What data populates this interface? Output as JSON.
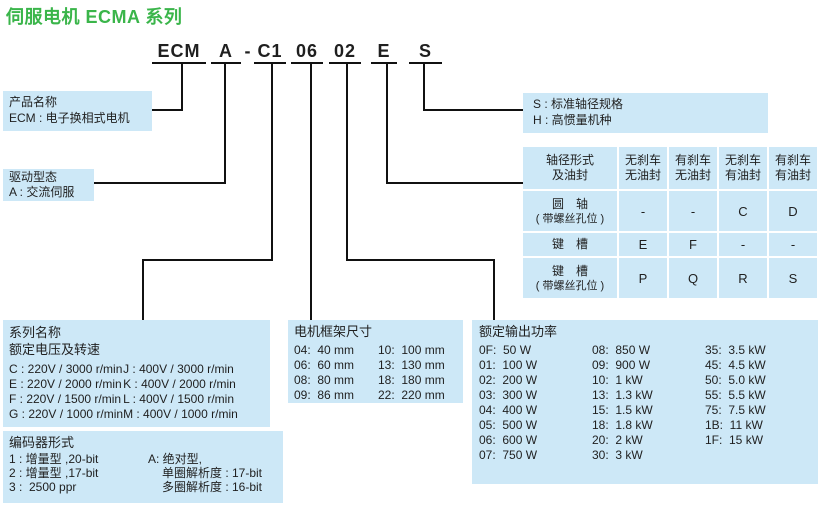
{
  "title": "伺服电机 ECMA 系列",
  "model_code": {
    "segments": [
      "ECM",
      "A",
      "-",
      "C1",
      "06",
      "02",
      "E",
      "S"
    ]
  },
  "product_box": {
    "label": "产品名称",
    "desc": "ECM : 电子换相式电机"
  },
  "drive_box": {
    "label": "驱动型态",
    "desc": "A : 交流伺服"
  },
  "shaft_spec_box": {
    "line1": "S : 标准轴径规格",
    "line2": "H : 高惯量机种"
  },
  "shaft_table": {
    "corner_line1": "轴径形式",
    "corner_line2": "及油封",
    "columns": [
      {
        "line1": "无刹车",
        "line2": "无油封"
      },
      {
        "line1": "有刹车",
        "line2": "无油封"
      },
      {
        "line1": "无刹车",
        "line2": "有油封"
      },
      {
        "line1": "有刹车",
        "line2": "有油封"
      }
    ],
    "rows": [
      {
        "label_line1": "圆　轴",
        "label_line2": "( 带螺丝孔位 )",
        "values": [
          "-",
          "-",
          "C",
          "D"
        ]
      },
      {
        "label_line1": "键　槽",
        "label_line2": "",
        "values": [
          "E",
          "F",
          "-",
          "-"
        ]
      },
      {
        "label_line1": "键　槽",
        "label_line2": "( 带螺丝孔位 )",
        "values": [
          "P",
          "Q",
          "R",
          "S"
        ]
      }
    ]
  },
  "series_box": {
    "title": "系列名称",
    "subtitle": "额定电压及转速",
    "col1": [
      "C : 220V / 3000 r/min",
      "E : 220V / 2000 r/min",
      "F : 220V / 1500 r/min",
      "G : 220V / 1000 r/min"
    ],
    "col2": [
      "J : 400V / 3000 r/min",
      "K : 400V / 2000 r/min",
      "L : 400V / 1500 r/min",
      "M : 400V / 1000 r/min"
    ]
  },
  "encoder_box": {
    "title": "编码器形式",
    "col1": [
      "1 : 增量型 ,20-bit",
      "2 : 增量型 ,17-bit",
      "3 :  2500 ppr"
    ],
    "col2": [
      "A: 绝对型,",
      "单圈解析度 : 17-bit",
      "多圈解析度 : 16-bit"
    ]
  },
  "frame_box": {
    "title": "电机框架尺寸",
    "col1": [
      "04:  40 mm",
      "06:  60 mm",
      "08:  80 mm",
      "09:  86 mm"
    ],
    "col2": [
      "10:  100 mm",
      "13:  130 mm",
      "18:  180 mm",
      "22:  220 mm"
    ]
  },
  "power_box": {
    "title": "额定输出功率",
    "col1": [
      "0F:  50 W",
      "01:  100 W",
      "02:  200 W",
      "03:  300 W",
      "04:  400 W",
      "05:  500 W",
      "06:  600 W",
      "07:  750 W"
    ],
    "col2": [
      "08:  850 W",
      "09:  900 W",
      "10:  1 kW",
      "13:  1.3 kW",
      "15:  1.5 kW",
      "18:  1.8 kW",
      "20:  2 kW",
      "30:  3 kW"
    ],
    "col3": [
      "35:  3.5 kW",
      "45:  4.5 kW",
      "50:  5.0 kW",
      "55:  5.5 kW",
      "75:  7.5 kW",
      "1B:  11 kW",
      "1F:  15 kW"
    ]
  },
  "colors": {
    "box_bg": "#cde8f7",
    "title_green": "#3ab54a",
    "line": "#111111"
  }
}
